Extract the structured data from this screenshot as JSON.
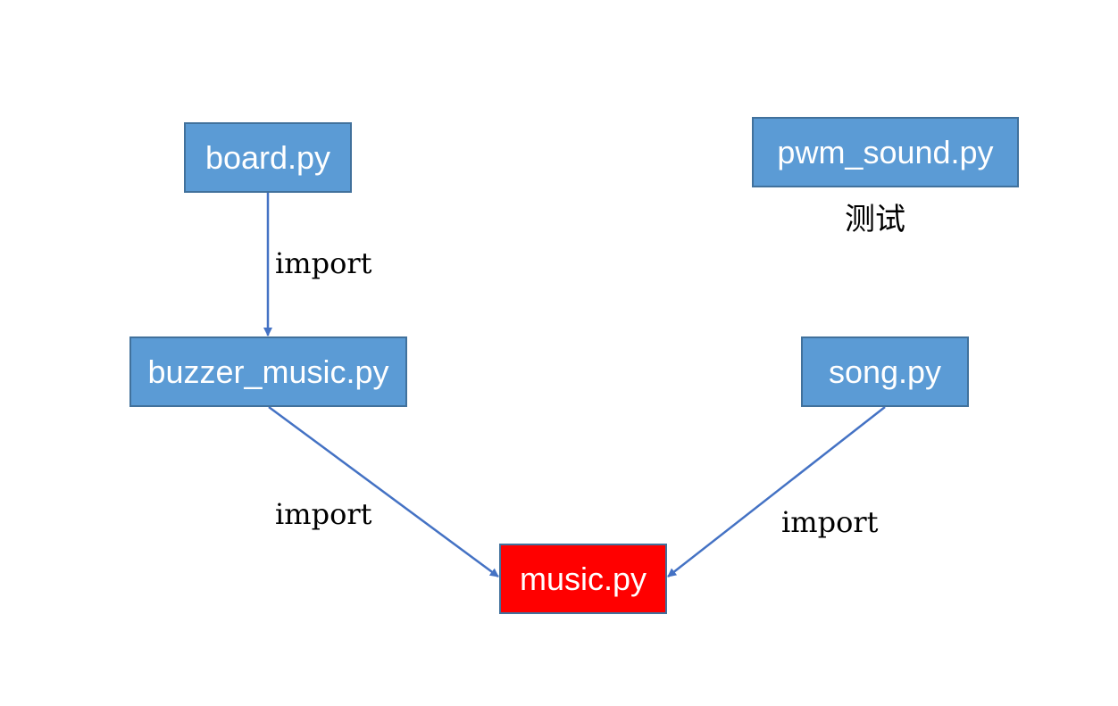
{
  "diagram": {
    "colors": {
      "module_fill": "#5b9bd5",
      "module_border": "#41719c",
      "target_fill": "#ff0000",
      "arrow": "#4472c4",
      "text_on_box": "#ffffff"
    },
    "nodes": {
      "board": {
        "label": "board.py"
      },
      "pwm_sound": {
        "label": "pwm_sound.py"
      },
      "buzzer_music": {
        "label": "buzzer_music.py"
      },
      "song": {
        "label": "song.py"
      },
      "music": {
        "label": "music.py"
      }
    },
    "notes": {
      "pwm_sound": "测试"
    },
    "edges": [
      {
        "from": "board.py",
        "to": "buzzer_music.py",
        "label": "import"
      },
      {
        "from": "buzzer_music.py",
        "to": "music.py",
        "label": "import"
      },
      {
        "from": "song.py",
        "to": "music.py",
        "label": "import"
      }
    ]
  }
}
